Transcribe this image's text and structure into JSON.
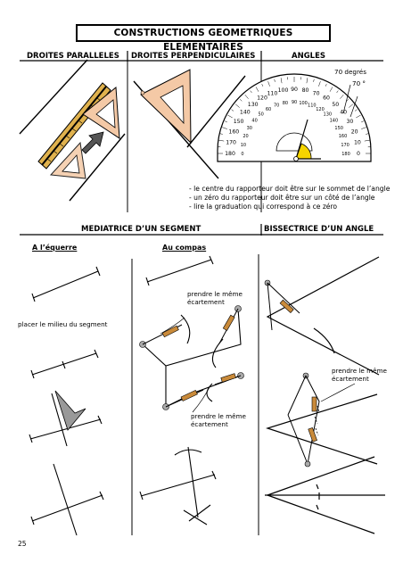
{
  "title": "CONSTRUCTIONS GEOMETRIQUES ELEMENTAIRES",
  "headers": {
    "paralleles": "DROITES  PARALLELES",
    "perpendiculaires": "DROITES PERPENDICULAIRES",
    "angles": "ANGLES",
    "mediatrice": "MEDIATRICE D’UN SEGMENT",
    "bissectrice": "BISSECTRICE D’UN ANGLE"
  },
  "protractor": {
    "angle_label": "70 degrés",
    "angle_value": "70 °",
    "outer_scale": [
      "180",
      "170",
      "160",
      "150",
      "140",
      "130",
      "120",
      "110",
      "100",
      "90",
      "80",
      "70",
      "60",
      "50",
      "40",
      "30",
      "20",
      "10",
      "0"
    ],
    "inner_scale": [
      "0",
      "10",
      "20",
      "30",
      "40",
      "50",
      "60",
      "70",
      "80",
      "90",
      "100",
      "110",
      "120",
      "130",
      "140",
      "150",
      "160",
      "170",
      "180"
    ]
  },
  "angle_notes": [
    "- le centre du rapporteur doit être sur le sommet de l’angle",
    "- un zéro du rapporteur doit être sur un côté de l’angle",
    "- lire la graduation qui correspond à ce zéro"
  ],
  "mediatrice": {
    "equerre_label": "A l’équerre",
    "compas_label": "Au compas",
    "milieu_note": "placer le milieu du segment",
    "ecartement_1": [
      "prendre le même",
      "écartement"
    ],
    "ecartement_2": [
      "prendre le même",
      "écartement"
    ]
  },
  "bissectrice": {
    "ecartement": [
      "prendre le même",
      "écartement"
    ]
  },
  "page_number": "25"
}
